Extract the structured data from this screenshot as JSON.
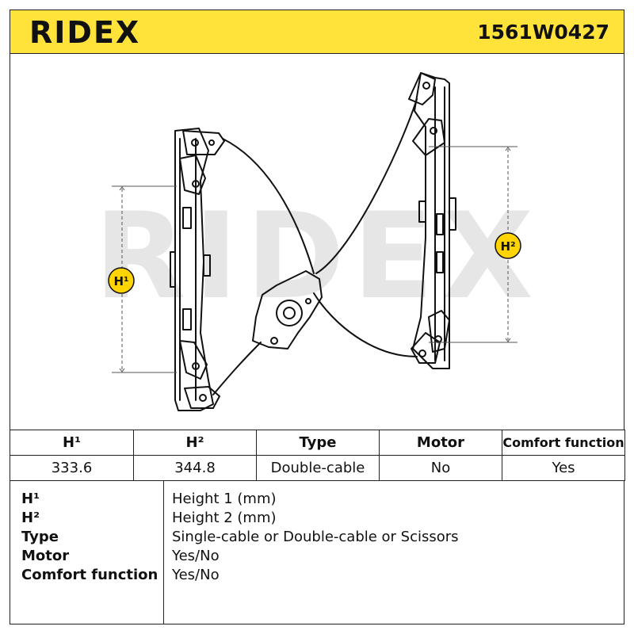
{
  "header": {
    "logo_text": "RIDEX",
    "part_number": "1561W0427",
    "background": "#ffe33a"
  },
  "drawing": {
    "watermark": "RIDEX",
    "callouts": [
      {
        "label": "H¹"
      },
      {
        "label": "H²"
      }
    ],
    "callout_color": "#ffd400"
  },
  "specs": {
    "headers": [
      "H¹",
      "H²",
      "Type",
      "Motor",
      "Comfort function"
    ],
    "values": [
      "333.6",
      "344.8",
      "Double-cable",
      "No",
      "Yes"
    ]
  },
  "legend": [
    {
      "key": "H¹",
      "value": "Height 1 (mm)"
    },
    {
      "key": "H²",
      "value": "Height 2 (mm)"
    },
    {
      "key": "Type",
      "value": "Single-cable or Double-cable or Scissors"
    },
    {
      "key": "Motor",
      "value": "Yes/No"
    },
    {
      "key": "Comfort function",
      "value": "Yes/No"
    }
  ]
}
